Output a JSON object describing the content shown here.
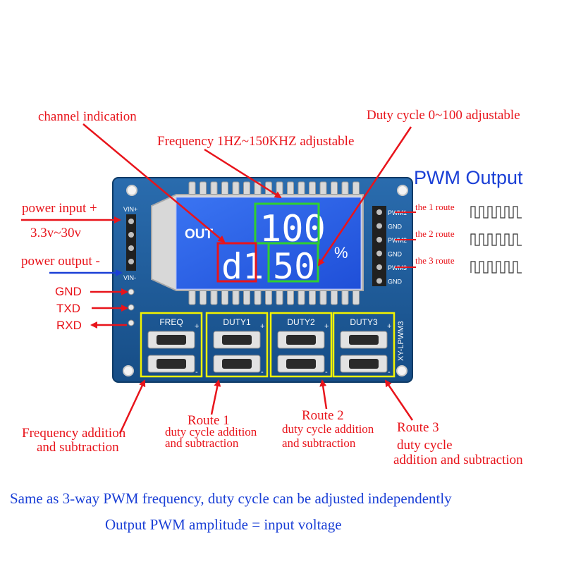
{
  "annotations": {
    "channel_indication": "channel indication",
    "frequency": "Frequency 1HZ~150KHZ adjustable",
    "duty_cycle": "Duty cycle 0~100 adjustable",
    "pwm_output_title": "PWM Output",
    "power_input": "power input +",
    "voltage_range": "3.3v~30v",
    "power_output": "power output -",
    "gnd": "GND",
    "txd": "TXD",
    "rxd": "RXD",
    "route1_line": "the 1 route",
    "route2_line": "the 2 route",
    "route3_line": "the 3 route",
    "freq_add_sub_line1": "Frequency addition",
    "freq_add_sub_line2": "and subtraction",
    "route1_title": "Route 1",
    "route1_line1": "duty cycle addition",
    "route1_line2": "and subtraction",
    "route2_title": "Route 2",
    "route2_line1": "duty cycle addition",
    "route2_line2": "and subtraction",
    "route3_title": "Route 3",
    "route3_line1": "duty cycle",
    "route3_line2": "addition and subtraction"
  },
  "board": {
    "vin_plus": "VIN+",
    "vin_minus": "VIN-",
    "pins": [
      "PWM1",
      "GND",
      "PWM2",
      "GND",
      "PWM3",
      "GND"
    ],
    "buttons": [
      "FREQ",
      "DUTY1",
      "DUTY2",
      "DUTY3"
    ],
    "model": "XY-LPWM3",
    "lcd_out": "OUT",
    "lcd_top_value": "100",
    "lcd_channel": "d1",
    "lcd_value": "50",
    "lcd_percent": "%",
    "plus_sign": "+",
    "minus_sign": "-"
  },
  "footer": {
    "line1": "Same as 3-way PWM frequency, duty cycle can be adjusted independently",
    "line2": "Output PWM amplitude = input voltage"
  },
  "colors": {
    "annotation_red": "#e8141b",
    "annotation_blue": "#1a3fd6",
    "pcb_blue": "#1f5d9c",
    "lcd_blue": "#2f63e8",
    "highlight_green": "#2fd02f",
    "highlight_red": "#e8141b",
    "highlight_yellow": "#f2f200"
  }
}
